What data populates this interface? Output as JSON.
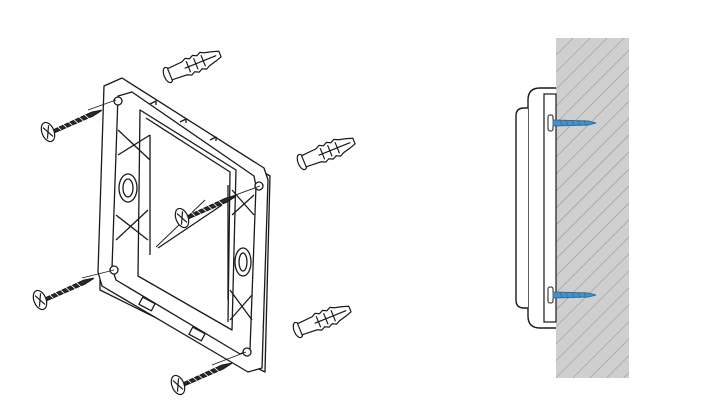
{
  "diagram": {
    "views": [
      "exploded-assembly",
      "side-section"
    ],
    "parts": {
      "mounting_plate": 1,
      "screws_exploded": 4,
      "wall_anchors": 3,
      "screws_installed": 2
    },
    "colors": {
      "line": "#1a1a1a",
      "plate_fill": "#ffffff",
      "wall_fill": "#c9c9c9",
      "wall_hatch": "#8c8c8c",
      "installed_screw": "#4a90c4",
      "screw_head_fill": "#ffffff"
    }
  }
}
